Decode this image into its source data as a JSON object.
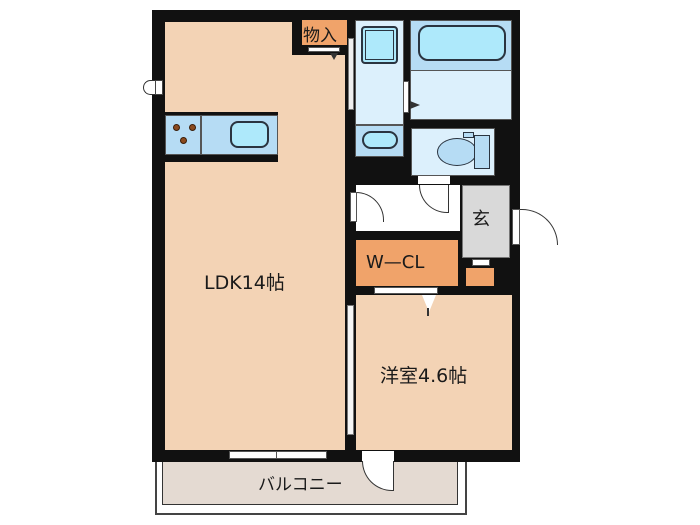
{
  "floor_plan": {
    "rooms": {
      "ldk": {
        "label": "LDK14帖",
        "color": "#f3d3b5"
      },
      "storage": {
        "label": "物入",
        "color": "#f0a36a"
      },
      "western_room": {
        "label": "洋室4.6帖",
        "color": "#f3d3b5"
      },
      "walk_in_closet": {
        "label": "W—CL",
        "color": "#f0a36a"
      },
      "entrance": {
        "label": "玄",
        "color": "#d9d9d9"
      },
      "balcony": {
        "label": "バルコニー",
        "color": "#e4dad2"
      }
    },
    "fixtures": [
      "kitchen-counter",
      "stove",
      "sink",
      "washbasin",
      "washing-machine-pan",
      "bathtub",
      "toilet"
    ],
    "colors": {
      "wall": "#111111",
      "wet_area": "#dcf0fc",
      "fixture": "#aee9fb"
    }
  }
}
